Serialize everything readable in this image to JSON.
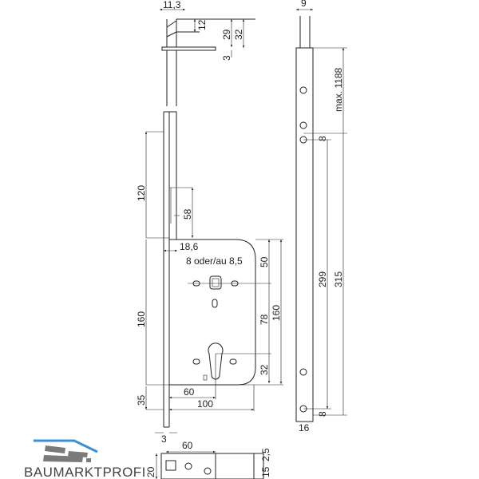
{
  "drawing": {
    "top_detail": {
      "width": "11,3",
      "d12": "12",
      "d29": "29",
      "d32": "32",
      "d3": "3"
    },
    "front_view": {
      "d120": "120",
      "d58": "58",
      "d18_6": "18,6",
      "spindle_note": "8 oder/au 8,5",
      "d160_left": "160",
      "d35": "35",
      "d50": "50",
      "d78": "78",
      "d32": "32",
      "d160_right": "160",
      "d60": "60",
      "d100": "100",
      "d3": "3"
    },
    "bottom_view": {
      "d60": "60",
      "d2_5": "2,5",
      "d15": "15",
      "d20": "20"
    },
    "side_view": {
      "d9": "9",
      "max": "max. 1188",
      "d8_top": "8",
      "d299": "299",
      "d315": "315",
      "d8_bottom": "8",
      "d16": "16"
    }
  },
  "logo": {
    "text": "BAUMARKTPROFI",
    "accent": "#3b8fd9"
  }
}
